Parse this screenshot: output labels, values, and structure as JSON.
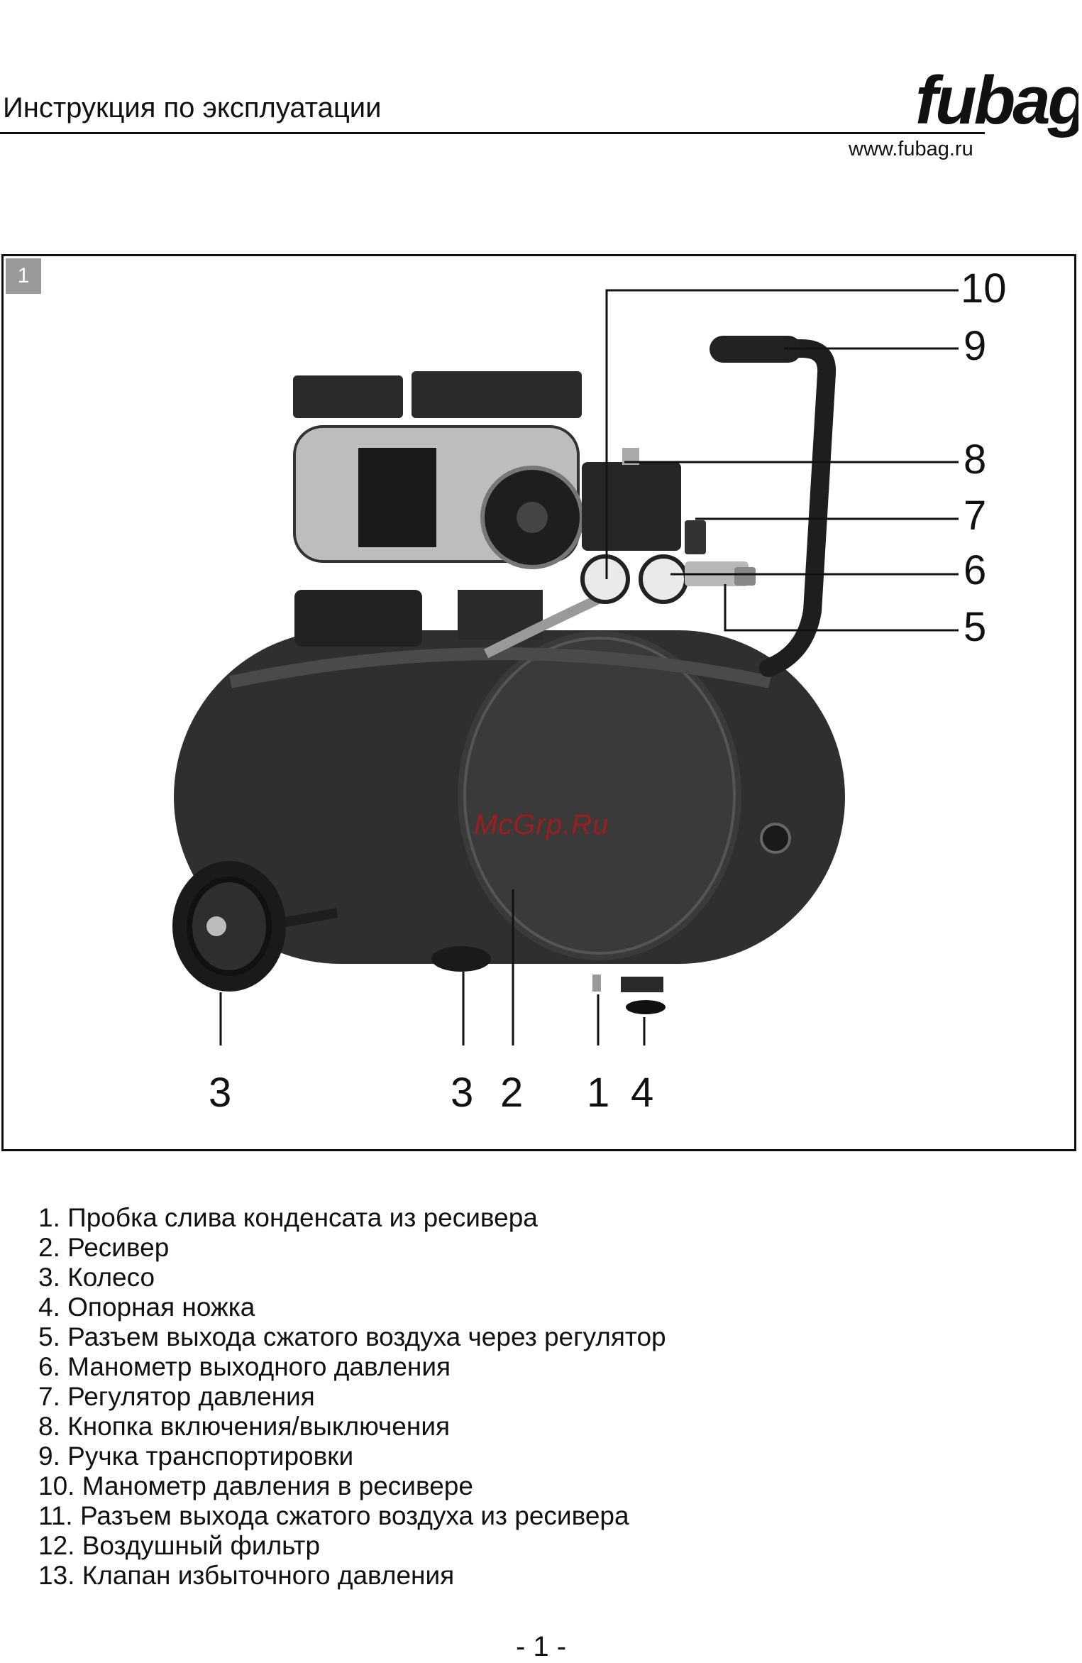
{
  "header": {
    "title": "Инструкция по эксплуатации",
    "brand": "fubag",
    "website": "www.fubag.ru"
  },
  "figure": {
    "number": "1",
    "watermark": "McGrp.Ru",
    "callouts": [
      "10",
      "9",
      "8",
      "7",
      "6",
      "5",
      "3",
      "3",
      "2",
      "1",
      "4"
    ]
  },
  "legend": [
    "1. Пробка слива конденсата из ресивера",
    "2. Ресивер",
    "3. Колесо",
    "4. Опорная ножка",
    "5. Разъем выхода сжатого воздуха через регулятор",
    "6. Манометр выходного давления",
    "7. Регулятор давления",
    "8. Кнопка включения/выключения",
    "9. Ручка транспортировки",
    "10. Манометр давления в ресивере",
    "11. Разъем выхода сжатого воздуха из ресивера",
    "12. Воздушный фильтр",
    "13. Клапан избыточного давления"
  ],
  "footer": {
    "page_number": "- 1 -"
  }
}
